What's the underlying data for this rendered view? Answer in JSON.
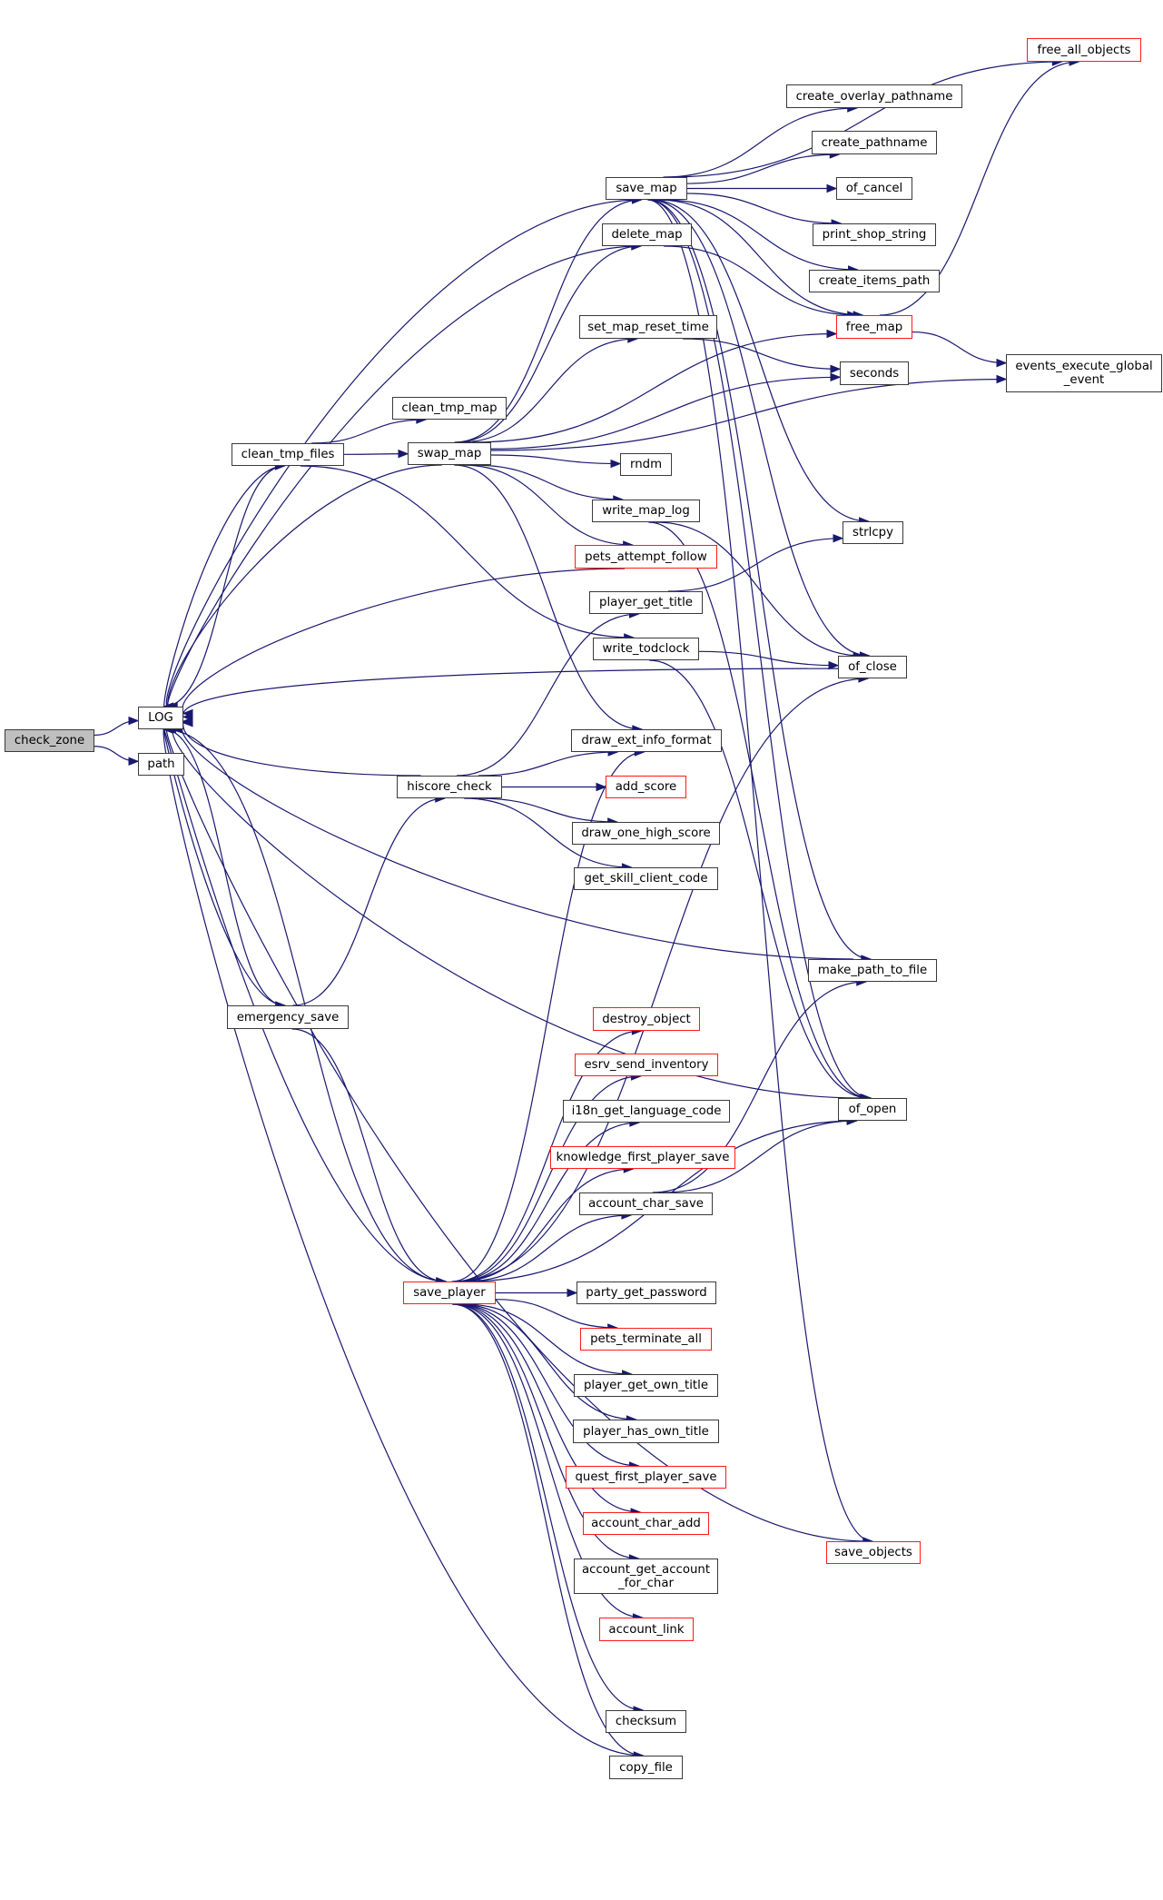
{
  "title": "check_zone call graph",
  "colors": {
    "edge": "#191970",
    "root_fill": "#bfbfbf",
    "node_border": "#3a3a3a",
    "external_border": "#ff1a1a"
  },
  "nodes": [
    {
      "id": "check_zone",
      "label": "check_zone",
      "style": "root"
    },
    {
      "id": "LOG",
      "label": "LOG",
      "style": "normal"
    },
    {
      "id": "path",
      "label": "path",
      "style": "normal"
    },
    {
      "id": "free_all_objects",
      "label": "free_all_objects",
      "style": "red"
    },
    {
      "id": "create_overlay_pathname",
      "label": "create_overlay_pathname",
      "style": "normal"
    },
    {
      "id": "create_pathname",
      "label": "create_pathname",
      "style": "normal"
    },
    {
      "id": "save_map",
      "label": "save_map",
      "style": "normal"
    },
    {
      "id": "of_cancel",
      "label": "of_cancel",
      "style": "normal"
    },
    {
      "id": "delete_map",
      "label": "delete_map",
      "style": "normal"
    },
    {
      "id": "print_shop_string",
      "label": "print_shop_string",
      "style": "normal"
    },
    {
      "id": "create_items_path",
      "label": "create_items_path",
      "style": "normal"
    },
    {
      "id": "free_map",
      "label": "free_map",
      "style": "red"
    },
    {
      "id": "set_map_reset_time",
      "label": "set_map_reset_time",
      "style": "normal"
    },
    {
      "id": "seconds",
      "label": "seconds",
      "style": "normal"
    },
    {
      "id": "events_execute_global_event",
      "label": "events_execute_global\n_event",
      "style": "normal"
    },
    {
      "id": "clean_tmp_map",
      "label": "clean_tmp_map",
      "style": "normal"
    },
    {
      "id": "clean_tmp_files",
      "label": "clean_tmp_files",
      "style": "normal"
    },
    {
      "id": "swap_map",
      "label": "swap_map",
      "style": "normal"
    },
    {
      "id": "rndm",
      "label": "rndm",
      "style": "normal"
    },
    {
      "id": "write_map_log",
      "label": "write_map_log",
      "style": "normal"
    },
    {
      "id": "strlcpy",
      "label": "strlcpy",
      "style": "normal"
    },
    {
      "id": "pets_attempt_follow",
      "label": "pets_attempt_follow",
      "style": "red"
    },
    {
      "id": "player_get_title",
      "label": "player_get_title",
      "style": "normal"
    },
    {
      "id": "write_todclock",
      "label": "write_todclock",
      "style": "normal"
    },
    {
      "id": "of_close",
      "label": "of_close",
      "style": "normal"
    },
    {
      "id": "draw_ext_info_format",
      "label": "draw_ext_info_format",
      "style": "normal"
    },
    {
      "id": "hiscore_check",
      "label": "hiscore_check",
      "style": "normal"
    },
    {
      "id": "add_score",
      "label": "add_score",
      "style": "red"
    },
    {
      "id": "draw_one_high_score",
      "label": "draw_one_high_score",
      "style": "normal"
    },
    {
      "id": "get_skill_client_code",
      "label": "get_skill_client_code",
      "style": "normal"
    },
    {
      "id": "make_path_to_file",
      "label": "make_path_to_file",
      "style": "normal"
    },
    {
      "id": "emergency_save",
      "label": "emergency_save",
      "style": "normal"
    },
    {
      "id": "destroy_object",
      "label": "destroy_object",
      "style": "red"
    },
    {
      "id": "esrv_send_inventory",
      "label": "esrv_send_inventory",
      "style": "red"
    },
    {
      "id": "i18n_get_language_code",
      "label": "i18n_get_language_code",
      "style": "normal"
    },
    {
      "id": "of_open",
      "label": "of_open",
      "style": "normal"
    },
    {
      "id": "knowledge_first_player_save",
      "label": "knowledge_first_player_save",
      "style": "red"
    },
    {
      "id": "account_char_save",
      "label": "account_char_save",
      "style": "normal"
    },
    {
      "id": "save_player",
      "label": "save_player",
      "style": "red"
    },
    {
      "id": "party_get_password",
      "label": "party_get_password",
      "style": "normal"
    },
    {
      "id": "pets_terminate_all",
      "label": "pets_terminate_all",
      "style": "red"
    },
    {
      "id": "player_get_own_title",
      "label": "player_get_own_title",
      "style": "normal"
    },
    {
      "id": "player_has_own_title",
      "label": "player_has_own_title",
      "style": "normal"
    },
    {
      "id": "quest_first_player_save",
      "label": "quest_first_player_save",
      "style": "red"
    },
    {
      "id": "account_char_add",
      "label": "account_char_add",
      "style": "red"
    },
    {
      "id": "save_objects",
      "label": "save_objects",
      "style": "red"
    },
    {
      "id": "account_get_account_for_char",
      "label": "account_get_account\n_for_char",
      "style": "normal"
    },
    {
      "id": "account_link",
      "label": "account_link",
      "style": "red"
    },
    {
      "id": "checksum",
      "label": "checksum",
      "style": "normal"
    },
    {
      "id": "copy_file",
      "label": "copy_file",
      "style": "normal"
    }
  ],
  "edges": [
    [
      "check_zone",
      "LOG"
    ],
    [
      "check_zone",
      "path"
    ],
    [
      "LOG",
      "clean_tmp_files"
    ],
    [
      "LOG",
      "emergency_save"
    ],
    [
      "clean_tmp_files",
      "clean_tmp_map"
    ],
    [
      "clean_tmp_files",
      "swap_map"
    ],
    [
      "clean_tmp_files",
      "write_todclock"
    ],
    [
      "clean_tmp_files",
      "LOG"
    ],
    [
      "save_map",
      "free_all_objects"
    ],
    [
      "save_map",
      "create_overlay_pathname"
    ],
    [
      "save_map",
      "create_pathname"
    ],
    [
      "save_map",
      "of_cancel"
    ],
    [
      "save_map",
      "print_shop_string"
    ],
    [
      "save_map",
      "create_items_path"
    ],
    [
      "save_map",
      "free_map"
    ],
    [
      "save_map",
      "strlcpy"
    ],
    [
      "save_map",
      "of_close"
    ],
    [
      "save_map",
      "of_open"
    ],
    [
      "save_map",
      "make_path_to_file"
    ],
    [
      "save_map",
      "save_objects"
    ],
    [
      "save_map",
      "LOG"
    ],
    [
      "delete_map",
      "free_map"
    ],
    [
      "delete_map",
      "LOG"
    ],
    [
      "free_map",
      "free_all_objects"
    ],
    [
      "free_map",
      "events_execute_global_event"
    ],
    [
      "set_map_reset_time",
      "seconds"
    ],
    [
      "swap_map",
      "save_map"
    ],
    [
      "swap_map",
      "delete_map"
    ],
    [
      "swap_map",
      "free_map"
    ],
    [
      "swap_map",
      "set_map_reset_time"
    ],
    [
      "swap_map",
      "seconds"
    ],
    [
      "swap_map",
      "events_execute_global_event"
    ],
    [
      "swap_map",
      "rndm"
    ],
    [
      "swap_map",
      "write_map_log"
    ],
    [
      "swap_map",
      "pets_attempt_follow"
    ],
    [
      "swap_map",
      "draw_ext_info_format"
    ],
    [
      "swap_map",
      "LOG"
    ],
    [
      "write_map_log",
      "of_close"
    ],
    [
      "write_map_log",
      "of_open"
    ],
    [
      "player_get_title",
      "strlcpy"
    ],
    [
      "write_todclock",
      "of_close"
    ],
    [
      "write_todclock",
      "of_open"
    ],
    [
      "pets_attempt_follow",
      "LOG"
    ],
    [
      "of_close",
      "LOG"
    ],
    [
      "hiscore_check",
      "draw_ext_info_format"
    ],
    [
      "hiscore_check",
      "add_score"
    ],
    [
      "hiscore_check",
      "draw_one_high_score"
    ],
    [
      "hiscore_check",
      "get_skill_client_code"
    ],
    [
      "hiscore_check",
      "player_get_title"
    ],
    [
      "hiscore_check",
      "LOG"
    ],
    [
      "make_path_to_file",
      "LOG"
    ],
    [
      "emergency_save",
      "hiscore_check"
    ],
    [
      "emergency_save",
      "save_player"
    ],
    [
      "emergency_save",
      "LOG"
    ],
    [
      "account_char_save",
      "make_path_to_file"
    ],
    [
      "account_char_save",
      "of_open"
    ],
    [
      "save_player",
      "draw_ext_info_format"
    ],
    [
      "save_player",
      "of_close"
    ],
    [
      "save_player",
      "destroy_object"
    ],
    [
      "save_player",
      "esrv_send_inventory"
    ],
    [
      "save_player",
      "i18n_get_language_code"
    ],
    [
      "save_player",
      "knowledge_first_player_save"
    ],
    [
      "save_player",
      "account_char_save"
    ],
    [
      "save_player",
      "party_get_password"
    ],
    [
      "save_player",
      "pets_terminate_all"
    ],
    [
      "save_player",
      "player_get_own_title"
    ],
    [
      "save_player",
      "player_has_own_title"
    ],
    [
      "save_player",
      "quest_first_player_save"
    ],
    [
      "save_player",
      "account_char_add"
    ],
    [
      "save_player",
      "account_get_account_for_char"
    ],
    [
      "save_player",
      "account_link"
    ],
    [
      "save_player",
      "of_open"
    ],
    [
      "save_player",
      "checksum"
    ],
    [
      "save_player",
      "copy_file"
    ],
    [
      "save_player",
      "LOG"
    ],
    [
      "copy_file",
      "LOG"
    ],
    [
      "of_open",
      "LOG"
    ],
    [
      "save_objects",
      "LOG"
    ],
    [
      "LOG",
      "save_player"
    ]
  ]
}
